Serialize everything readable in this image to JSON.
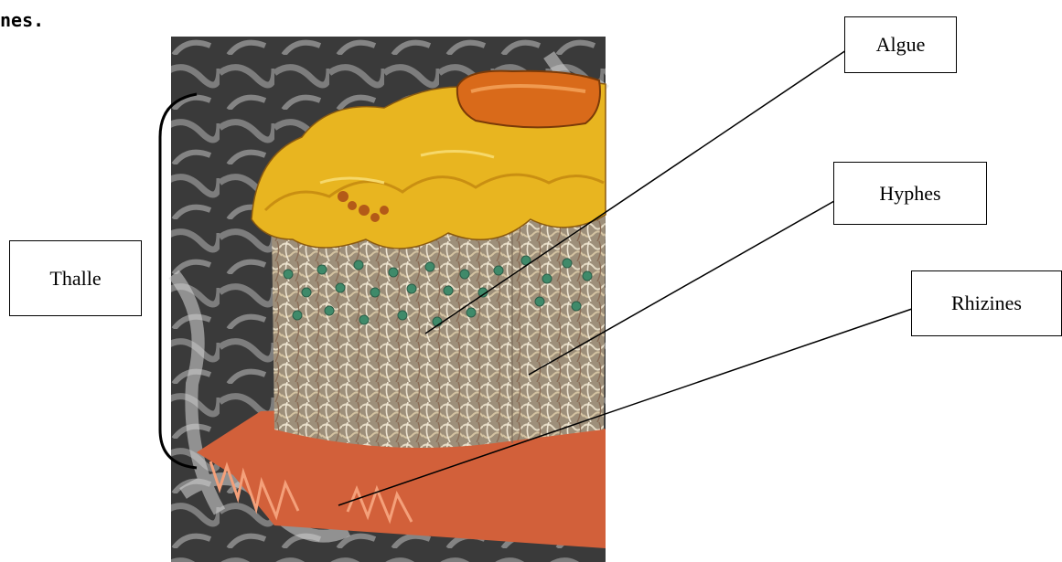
{
  "heading": "nes.",
  "labels": {
    "thalle": "Thalle",
    "algue": "Algue",
    "hyphes": "Hyphes",
    "rhizines": "Rhizines"
  },
  "colors": {
    "cortex": "#e8b520",
    "cortex_shade": "#c98f12",
    "apothecium": "#d96a1a",
    "algae": "#3f8a6a",
    "hyphae": "#b9a98d",
    "rhizines": "#d2603a",
    "background": "#4a4a4a"
  }
}
